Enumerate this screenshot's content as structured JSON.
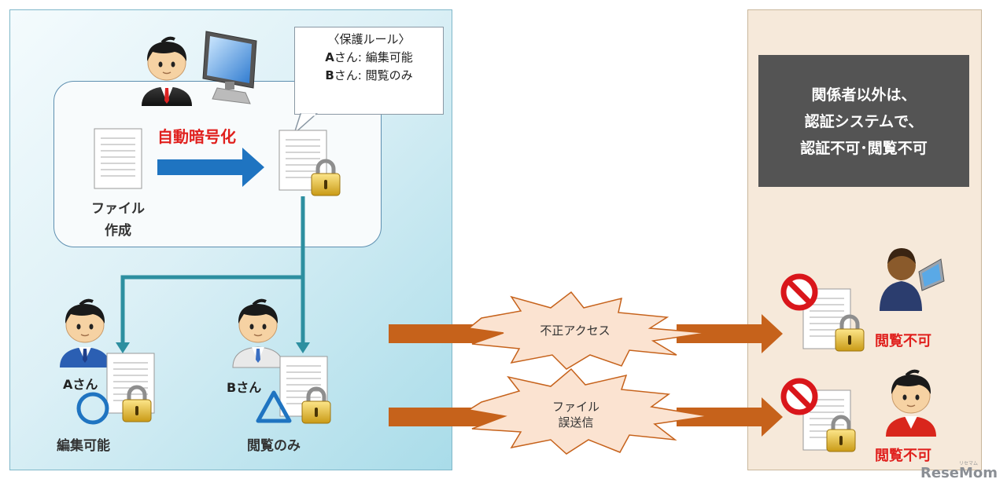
{
  "callout": {
    "title": "〈保護ルール〉",
    "line_a_name": "A",
    "line_a_rest": "さん: 編集可能",
    "line_b_name": "B",
    "line_b_rest": "さん: 閲覧のみ"
  },
  "auto_encrypt_label": "自動暗号化",
  "file_create_label_1": "ファイル",
  "file_create_label_2": "作成",
  "user_a": {
    "name": "Aさん",
    "permission": "編集可能",
    "symbol": "circle"
  },
  "user_b": {
    "name": "Bさん",
    "permission": "閲覧のみ",
    "symbol": "triangle"
  },
  "threat_1": "不正アクセス",
  "threat_2_line1": "ファイル",
  "threat_2_line2": "誤送信",
  "notice": {
    "line1": "関係者以外は、",
    "line2": "認証システムで、",
    "line3": "認証不可･閲覧不可"
  },
  "result_1": "閲覧不可",
  "result_2": "閲覧不可",
  "logo_text": "ReseMom",
  "logo_small": "リセマム",
  "colors": {
    "arrow_blue": "#1f74c1",
    "teal_line": "#2d8fa0",
    "orange_arrow": "#c6621b",
    "red_text": "#e0201d",
    "notice_bg": "#545454"
  }
}
